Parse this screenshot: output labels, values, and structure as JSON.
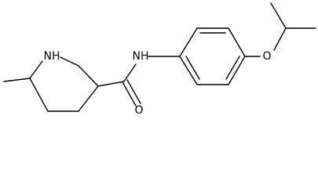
{
  "molecule": {
    "atoms": {
      "piperidine_nitrogen": "NH",
      "amide_nitrogen": "NH",
      "carbonyl_oxygen": "O",
      "ether_oxygen": "O"
    }
  }
}
